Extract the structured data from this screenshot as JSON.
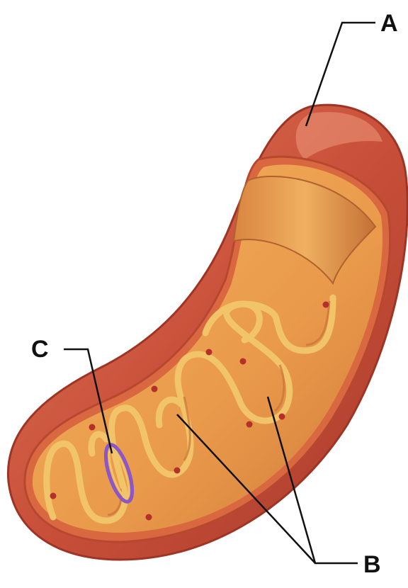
{
  "diagram": {
    "labels": [
      {
        "id": "A",
        "text": "A",
        "points_to": "outer-membrane"
      },
      {
        "id": "B",
        "text": "B",
        "points_to": "cristae-inner-membrane"
      },
      {
        "id": "C",
        "text": "C",
        "points_to": "ribosome-highlighted"
      }
    ],
    "colors": {
      "outer_membrane": "#c9503a",
      "outer_membrane_dark": "#a83b2a",
      "intermembrane": "#d9673f",
      "inner_membrane_light": "#f2c46a",
      "matrix": "#e9994a",
      "matrix_shadow": "#c9723a",
      "granule": "#b5302a",
      "highlight_ring": "#8a56c8",
      "leader_line": "#111111"
    }
  }
}
